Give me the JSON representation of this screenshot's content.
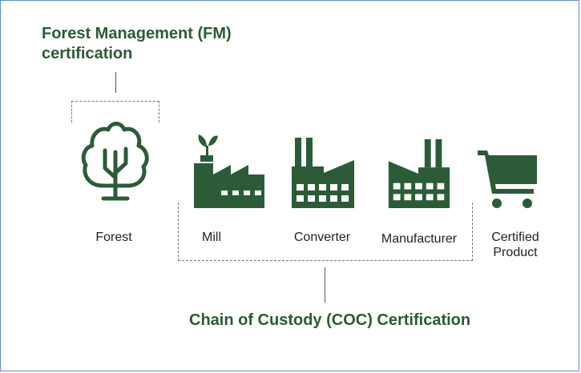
{
  "fm_title": "Forest Management (FM) certification",
  "coc_title": "Chain of Custody (COC) Certification",
  "stages": [
    {
      "label": "Forest",
      "icon": "tree-icon"
    },
    {
      "label": "Mill",
      "icon": "mill-icon"
    },
    {
      "label": "Converter",
      "icon": "converter-factory-icon"
    },
    {
      "label": "Manufacturer",
      "icon": "manufacturer-factory-icon"
    },
    {
      "label": "Certified Product",
      "icon": "shopping-cart-icon"
    }
  ],
  "colors": {
    "primary": "#2b5c37",
    "border": "#5b8fd6"
  }
}
